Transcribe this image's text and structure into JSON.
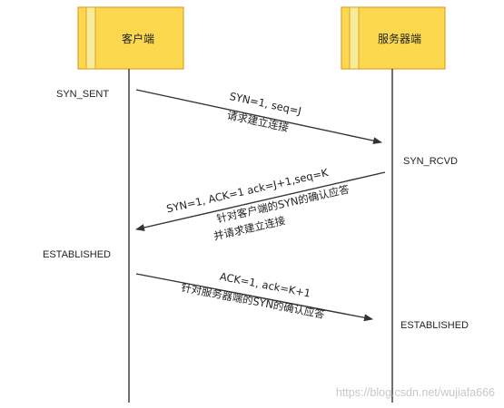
{
  "participants": {
    "client": "客户端",
    "server": "服务器端"
  },
  "states": {
    "client_1": "SYN_SENT",
    "server_1": "SYN_RCVD",
    "client_2": "ESTABLISHED",
    "server_2": "ESTABLISHED"
  },
  "messages": [
    {
      "params": "SYN=1, seq=J",
      "desc": "请求建立连接",
      "desc2": ""
    },
    {
      "params": "SYN=1, ACK=1  ack=J+1,seq=K",
      "desc": "针对客户端的SYN的确认应答",
      "desc2": "并请求建立连接"
    },
    {
      "params": "ACK=1, ack=K+1",
      "desc": "针对服务器端的SYN的确认应答",
      "desc2": ""
    }
  ],
  "watermark": "https://blog.csdn.net/wujiafa666",
  "colors": {
    "box_fill": "#fbd84e",
    "box_border": "#e0a030",
    "box_inner": "#f7ec9a",
    "line": "#333333"
  }
}
